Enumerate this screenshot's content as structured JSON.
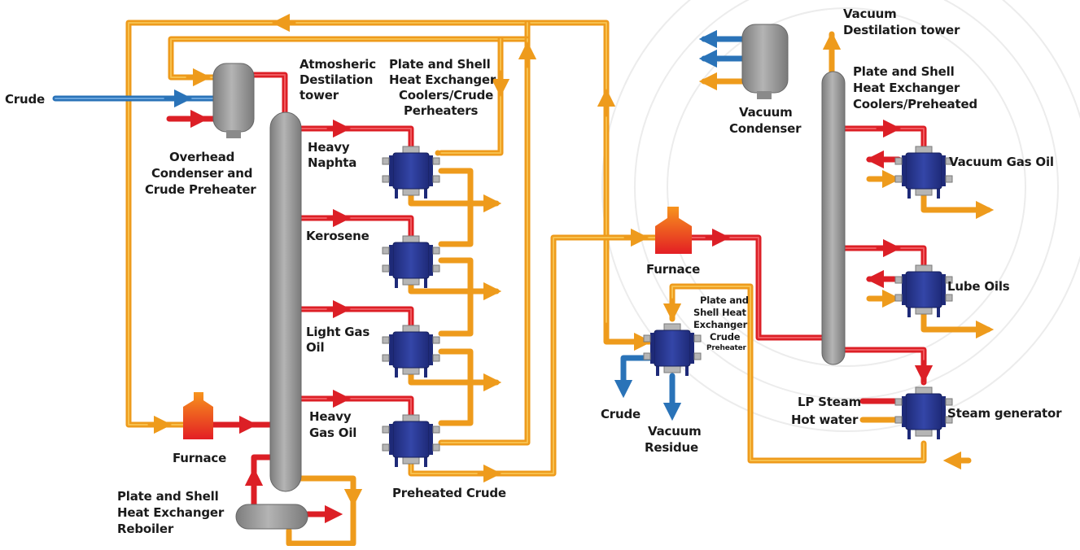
{
  "colors": {
    "crude_pipe": "#ee9b1c",
    "hot_pipe": "#dc1f26",
    "cold_pipe": "#2a73b8",
    "column": "#9a9a9a",
    "exchanger": "#2b3a8f",
    "furnace_top": "#f7941d",
    "furnace_bottom": "#e31e24",
    "text": "#1b1b1b"
  },
  "labels": {
    "crude_in": "Crude",
    "atm_tower": [
      "Atmosheric",
      "Destilation",
      "tower"
    ],
    "phe_coolers": [
      "Plate and Shell",
      "Heat Exchanger",
      "Coolers/Crude",
      "Perheaters"
    ],
    "overhead": [
      "Overhead",
      "Condenser and",
      "Crude Preheater"
    ],
    "heavy_naphta": [
      "Heavy",
      "Naphta"
    ],
    "kerosene": "Kerosene",
    "light_gas_oil": [
      "Light Gas",
      "Oil"
    ],
    "heavy_gas_oil": [
      "Heavy",
      "Gas Oil"
    ],
    "furnace_left": "Furnace",
    "reboiler": [
      "Plate and Shell",
      "Heat Exchanger",
      "Reboiler"
    ],
    "preheated_crude": "Preheated Crude",
    "furnace_mid": "Furnace",
    "phe_crude_preheater": [
      "Plate and",
      "Shell Heat",
      "Exchanger",
      "Crude",
      "Preheater"
    ],
    "crude_out": "Crude",
    "vacuum_residue": [
      "Vacuum",
      "Residue"
    ],
    "vac_tower": [
      "Vacuum",
      "Destilation tower"
    ],
    "vac_condenser": [
      "Vacuum",
      "Condenser"
    ],
    "phe_vac": [
      "Plate and Shell",
      "Heat Exchanger",
      "Coolers/Preheated"
    ],
    "vacuum_gas_oil": "Vacuum Gas Oil",
    "lube_oils": "Lube Oils",
    "lp_steam": "LP Steam",
    "hot_water": "Hot water",
    "steam_generator": "Steam generator"
  }
}
